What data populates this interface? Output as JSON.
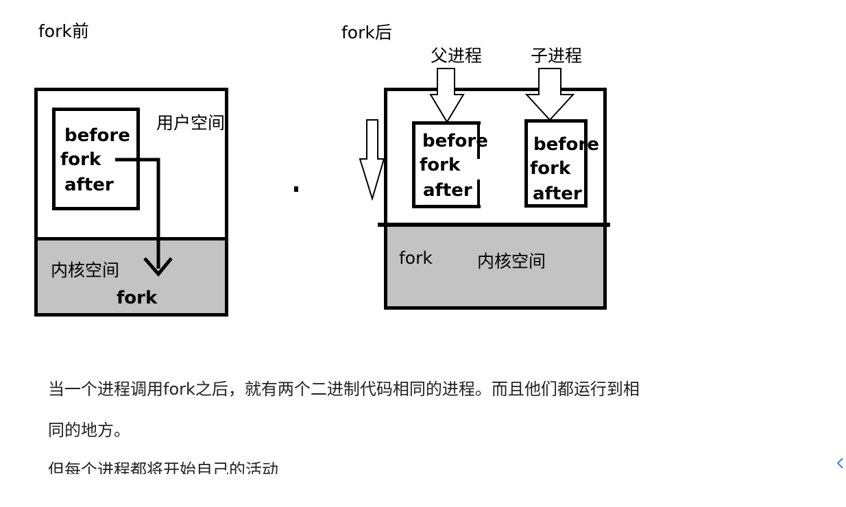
{
  "before": {
    "title": "fork前",
    "user_space": "用户空间",
    "kernel_space": "内核空间",
    "code_lines": [
      "before",
      "fork",
      "after"
    ],
    "kernel_fork": "fork"
  },
  "after": {
    "title": "fork后",
    "parent_label": "父进程",
    "child_label": "子进程",
    "parent_code": [
      "before",
      "fork",
      "after"
    ],
    "child_code": [
      "before",
      "fork",
      "after"
    ],
    "kernel_fork": "fork",
    "kernel_space": "内核空间"
  },
  "caption": {
    "line1": "当一个进程调用fork之后，就有两个二进制代码相同的进程。而且他们都运行到相",
    "line2": "同的地方。",
    "line3": "但每个进程都将开始自己的活动"
  },
  "nav_icon": "chevron-left-icon",
  "colors": {
    "kernel_fill": "#c3c3c3",
    "line": "#000000",
    "nav": "#3d7fd8"
  }
}
